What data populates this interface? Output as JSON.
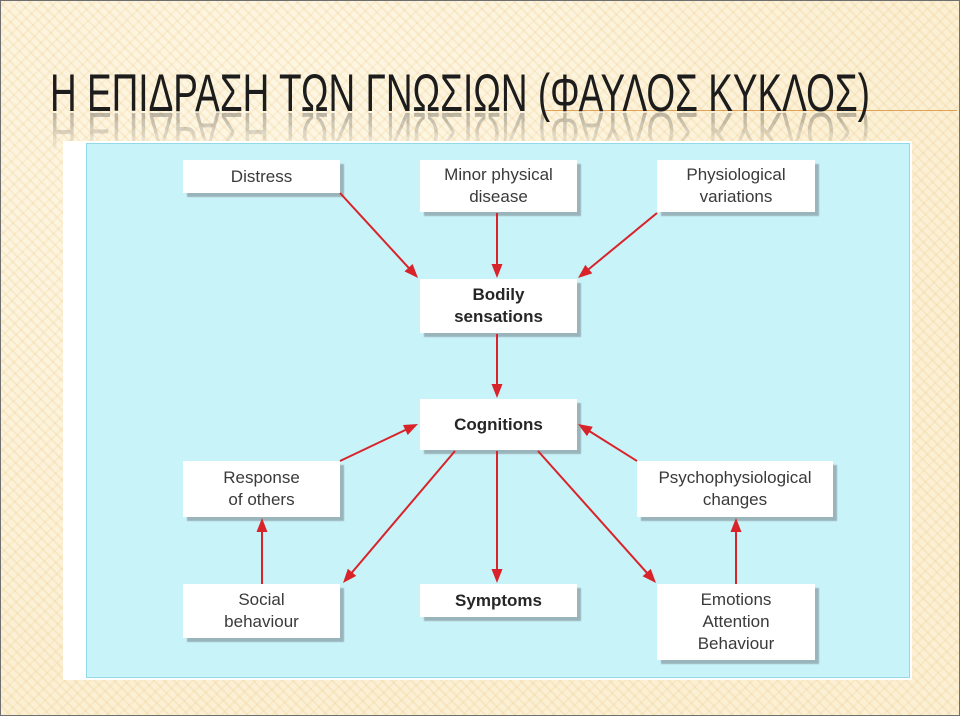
{
  "slide": {
    "title": "Η ΕΠΙΔΡΑΣΗ ΤΩΝ ΓΝΩΣΙΩΝ (ΦΑΥΛΟΣ ΚΥΚΛΟΣ)"
  },
  "diagram": {
    "nodes": {
      "distress": {
        "lines": [
          "Distress"
        ]
      },
      "minor_physical_disease": {
        "lines": [
          "Minor physical",
          "disease"
        ]
      },
      "physiological_variations": {
        "lines": [
          "Physiological",
          "variations"
        ]
      },
      "bodily_sensations": {
        "lines": [
          "Bodily",
          "sensations"
        ]
      },
      "cognitions": {
        "lines": [
          "Cognitions"
        ]
      },
      "response_of_others": {
        "lines": [
          "Response",
          "of others"
        ]
      },
      "psychophysiological_changes": {
        "lines": [
          "Psychophysiological",
          "changes"
        ]
      },
      "social_behaviour": {
        "lines": [
          "Social",
          "behaviour"
        ]
      },
      "symptoms": {
        "lines": [
          "Symptoms"
        ]
      },
      "emotions_attention_behaviour": {
        "lines": [
          "Emotions",
          "Attention",
          "Behaviour"
        ]
      }
    }
  },
  "colors": {
    "background": "#fbf0d4",
    "title_text": "#1c1c1c",
    "title_rule": "#e0a356",
    "panel": "#c8f3f9",
    "box": "#ffffff",
    "arrow": "#d8232a"
  }
}
